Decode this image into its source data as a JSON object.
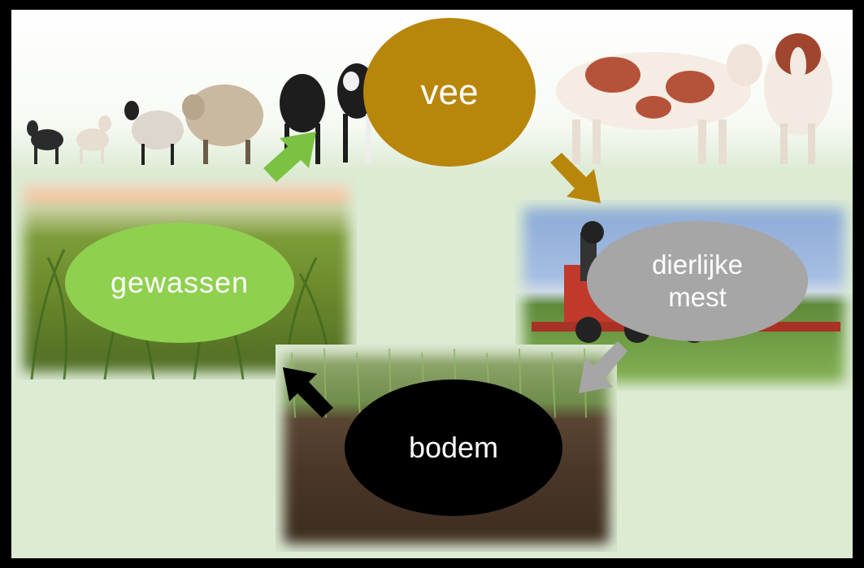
{
  "diagram": {
    "nodes": {
      "vee": {
        "label": "vee",
        "color": "#b8860b"
      },
      "gewassen": {
        "label": "gewassen",
        "color": "#8fd14f"
      },
      "mest": {
        "label_line1": "dierlijke",
        "label_line2": "mest",
        "color": "#a6a6a6"
      },
      "bodem": {
        "label": "bodem",
        "color": "#000000"
      }
    },
    "arrows": [
      {
        "from": "gewassen",
        "to": "vee",
        "color": "#7cc242"
      },
      {
        "from": "vee",
        "to": "mest",
        "color": "#b8860b"
      },
      {
        "from": "mest",
        "to": "bodem",
        "color": "#a6a6a6"
      },
      {
        "from": "bodem",
        "to": "gewassen",
        "color": "#000000"
      }
    ],
    "photos": [
      "livestock-row",
      "cornfield",
      "manure-spreader",
      "soil-with-wheat"
    ]
  }
}
